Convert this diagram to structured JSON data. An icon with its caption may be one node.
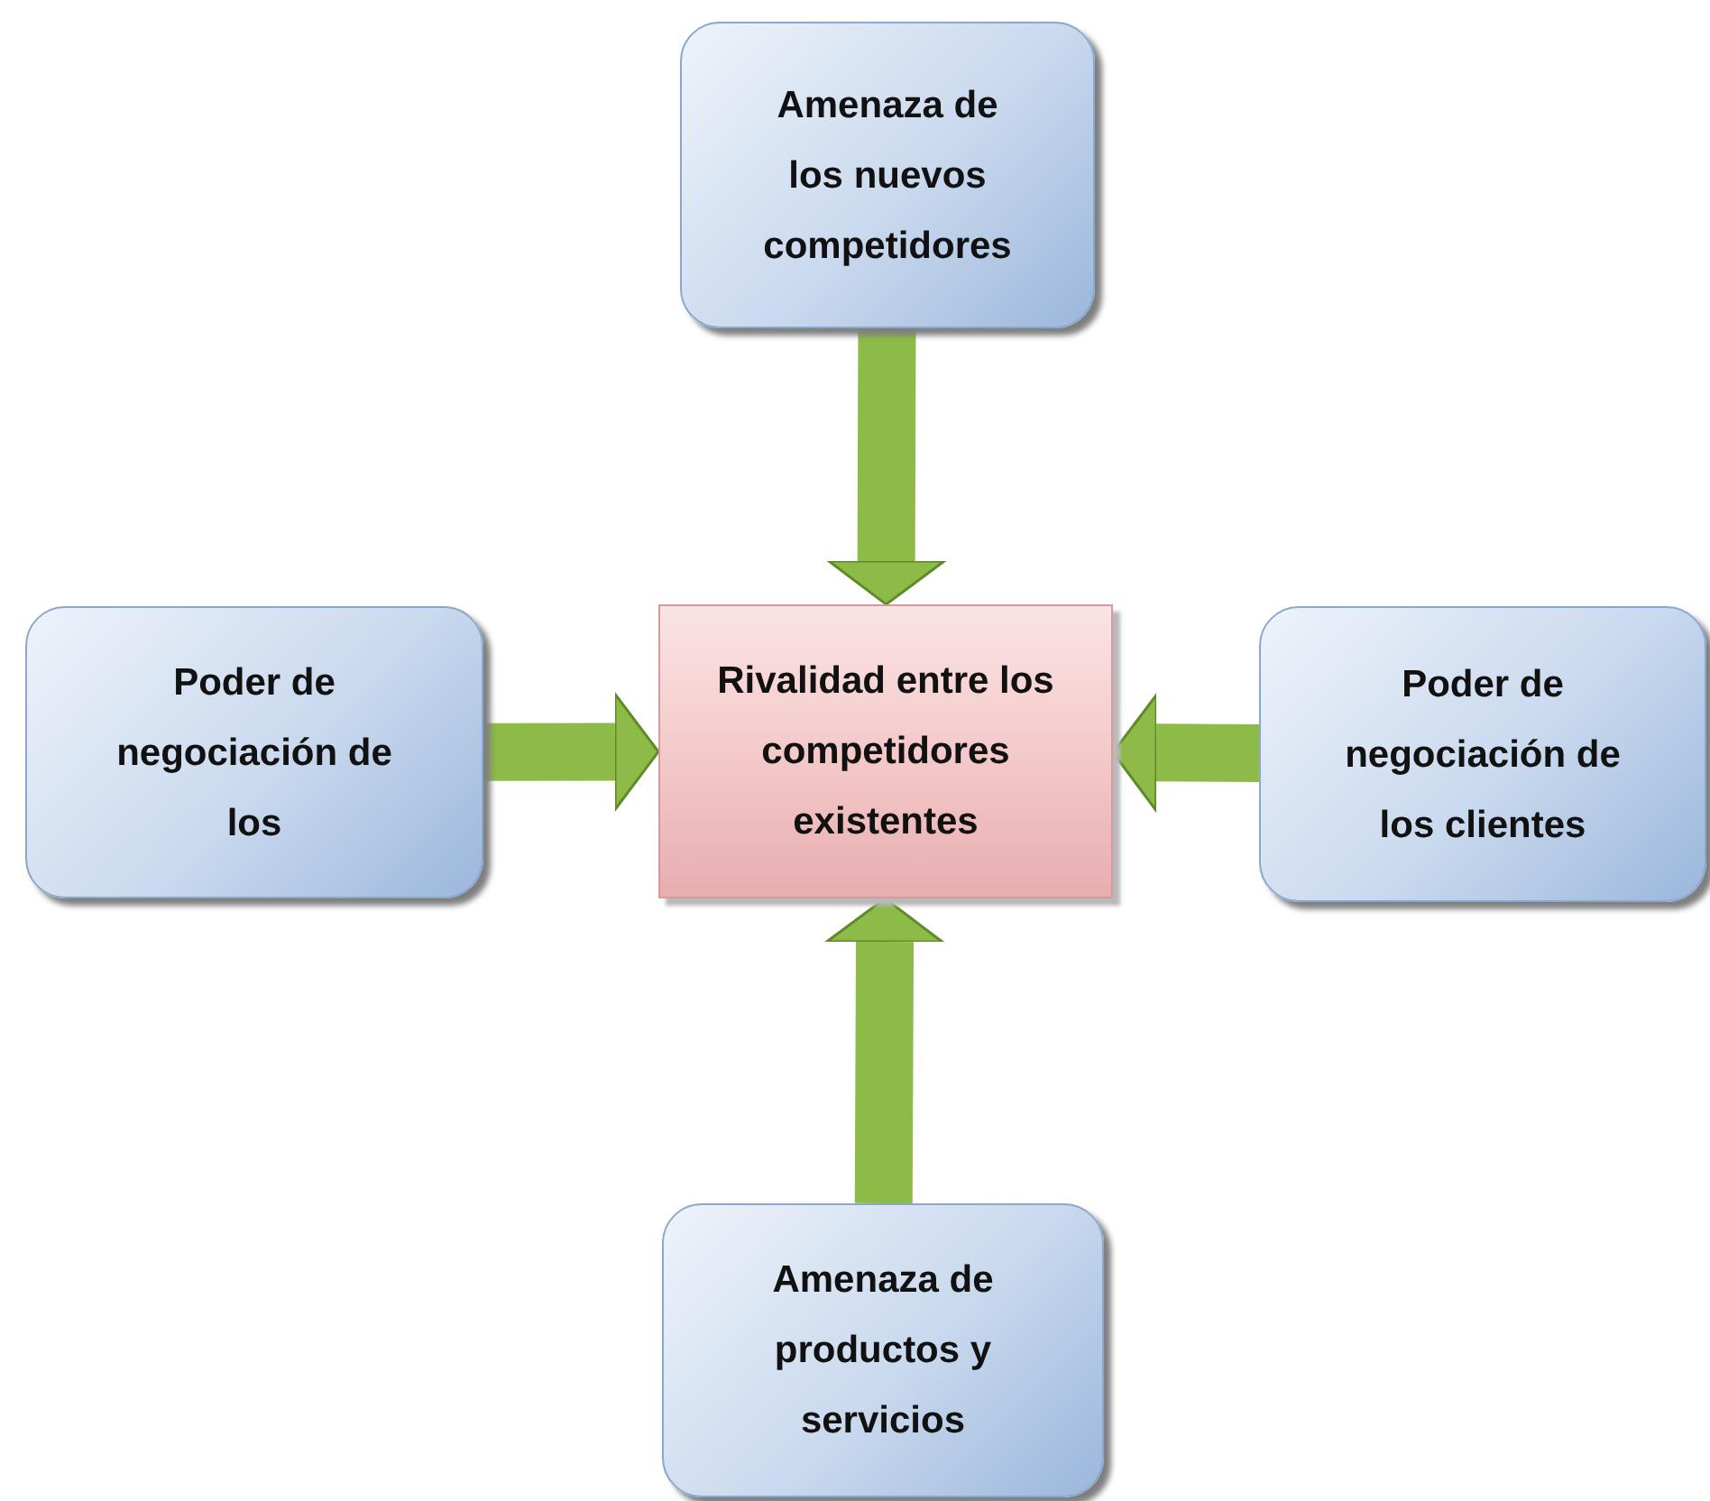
{
  "diagram": {
    "nodes": [
      {
        "text": [
          "Amenaza de los nuevos competidores"
        ]
      },
      {
        "text": [
          "Poder de negociación de los"
        ]
      },
      {
        "text": [
          "Rivalidad entre los competidores existentes"
        ]
      },
      {
        "text": [
          "Poder de negociación de los clientes"
        ]
      },
      {
        "text": [
          "Amenaza de productos y servicios"
        ]
      }
    ],
    "edges": [
      {
        "from": 0,
        "to": 2,
        "arrow": "to"
      },
      {
        "from": 1,
        "to": 2,
        "arrow": "to"
      },
      {
        "from": 3,
        "to": 2,
        "arrow": "to"
      },
      {
        "from": 4,
        "to": 2,
        "arrow": "to"
      }
    ]
  }
}
